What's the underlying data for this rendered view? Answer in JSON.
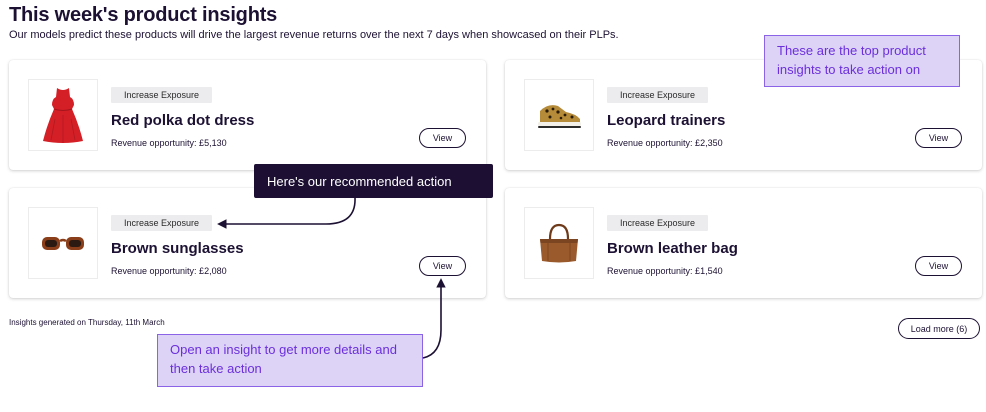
{
  "header": {
    "title": "This week's product insights",
    "subtitle": "Our models predict these products will drive the largest revenue returns over the next 7 days when showcased on their PLPs."
  },
  "products": [
    {
      "badge": "Increase Exposure",
      "name": "Red polka dot dress",
      "revenue": "Revenue opportunity: £5,130",
      "view_label": "View",
      "icon": "red-dress-icon"
    },
    {
      "badge": "Increase Exposure",
      "name": "Leopard trainers",
      "revenue": "Revenue opportunity: £2,350",
      "view_label": "View",
      "icon": "leopard-trainer-icon"
    },
    {
      "badge": "Increase Exposure",
      "name": "Brown sunglasses",
      "revenue": "Revenue opportunity: £2,080",
      "view_label": "View",
      "icon": "sunglasses-icon"
    },
    {
      "badge": "Increase Exposure",
      "name": "Brown leather bag",
      "revenue": "Revenue opportunity: £1,540",
      "view_label": "View",
      "icon": "leather-bag-icon"
    }
  ],
  "footer": {
    "generated": "Insights generated on Thursday, 11th March",
    "load_more": "Load more (6)"
  },
  "annotations": {
    "top": "These are the top product insights to take action on",
    "action": "Here's our recommended action",
    "open": "Open an insight to get more  details and then take action"
  },
  "colors": {
    "text": "#1c1133",
    "callout_bg": "#ddd3f6",
    "callout_border": "#8b63e6",
    "callout_text": "#6b2fdc",
    "dark_callout_bg": "#1c0f33",
    "badge_bg": "#ececef"
  }
}
